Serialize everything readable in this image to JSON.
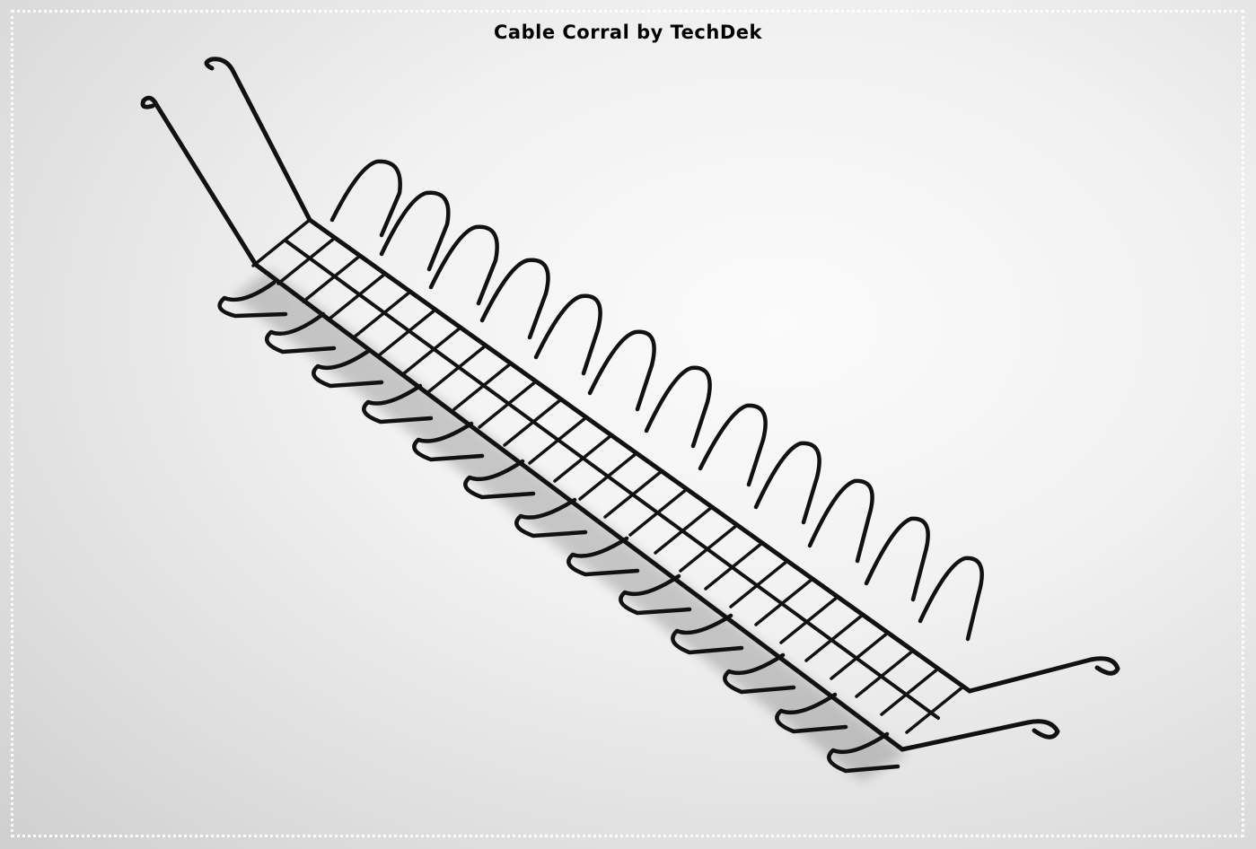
{
  "caption": {
    "title": "Cable Corral by TechDek"
  },
  "photo": {
    "subject": "black wire cable tray with looped fingers and hanging hooks",
    "icon": "wire-rack-photo"
  },
  "colors": {
    "frame_background": "#f1f1f1",
    "border_dots": "#ffffff",
    "wire": "#111111",
    "title_text": "#000000"
  }
}
